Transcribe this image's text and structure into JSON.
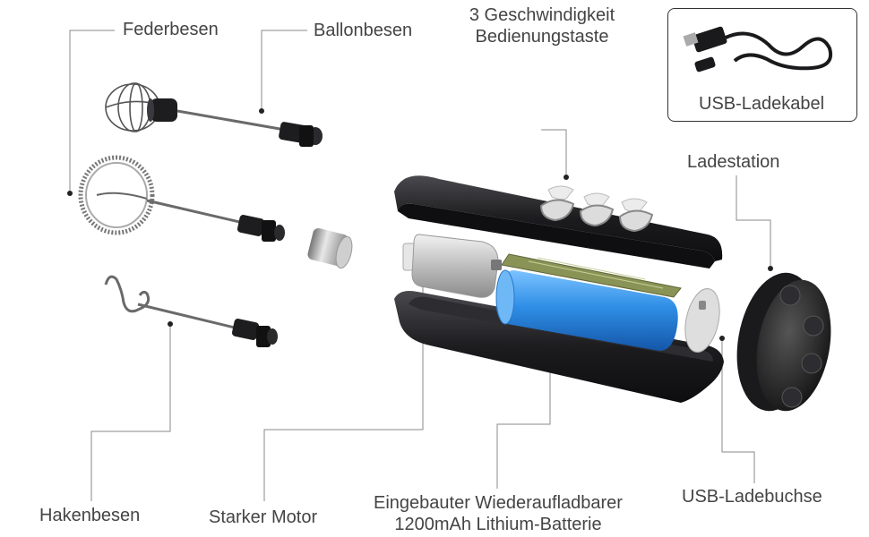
{
  "labels": {
    "federbesen": "Federbesen",
    "ballonbesen": "Ballonbesen",
    "button_line1": "3 Geschwindigkeit",
    "button_line2": "Bedienungstaste",
    "usb_cable": "USB-Ladekabel",
    "ladestation": "Ladestation",
    "hakenbesen": "Hakenbesen",
    "motor": "Starker Motor",
    "battery_line1": "Eingebauter Wiederaufladbarer",
    "battery_line2": "1200mAh Lithium-Batterie",
    "usb_port": "USB-Ladebuchse"
  },
  "icons": {
    "balloon_whisk": "balloon-whisk-icon",
    "spring_whisk": "spring-whisk-icon",
    "hook_whisk": "hook-whisk-icon",
    "coupler": "metal-coupler-icon",
    "usb_cable": "usb-cable-icon",
    "motor": "motor-icon",
    "battery": "battery-icon",
    "circuit_board": "circuit-board-icon",
    "housing_top": "housing-top-icon",
    "housing_bottom": "housing-bottom-icon",
    "usb_port": "usb-port-icon",
    "charging_station": "charging-station-icon"
  },
  "colors": {
    "battery": "#2f8fe6",
    "housing": "#1f1f22",
    "leader_lines": "#888888",
    "circuit": "#7f8a4c"
  }
}
